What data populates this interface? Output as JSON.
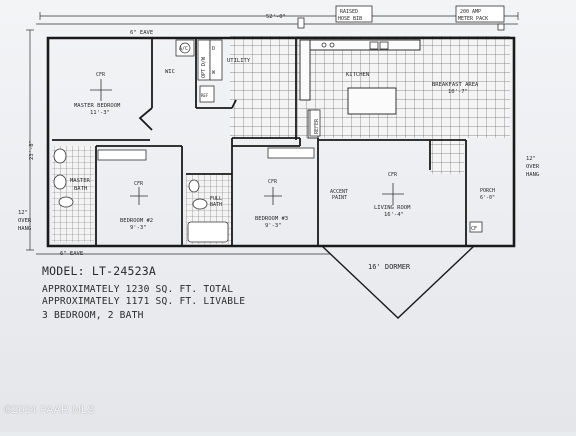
{
  "plan": {
    "overall_width": "52'-0\"",
    "overall_depth": "23'-8\"",
    "eave_top": "6\" EAVE",
    "eave_bottom": "6\" EAVE",
    "overhang_left": [
      "12\"",
      "OVER",
      "HANG"
    ],
    "overhang_right": [
      "12\"",
      "OVER",
      "HANG"
    ],
    "raised_hose_bib": [
      "RAISED",
      "HOSE BIB"
    ],
    "amp_meter": [
      "200 AMP",
      "METER PACK"
    ],
    "dormer": "16' DORMER",
    "cfr": "CFR",
    "rooms": {
      "master_bedroom": [
        "MASTER BEDROOM",
        "11'-3\""
      ],
      "wic": "WIC",
      "utility": "UTILITY",
      "kitchen": "KITCHEN",
      "breakfast_area": [
        "BREAKFAST AREA",
        "10'-7\""
      ],
      "master_bath": [
        "MASTER",
        "BATH"
      ],
      "bedroom2": [
        "BEDROOM #2",
        "9'-3\""
      ],
      "full_bath": [
        "FULL",
        "BATH"
      ],
      "bedroom3": [
        "BEDROOM #3",
        "9'-3\""
      ],
      "living_room": [
        "LIVING ROOM",
        "16'-4\""
      ],
      "accent_paint": [
        "ACCENT",
        "PAINT"
      ],
      "porch": [
        "PORCH",
        "6'-0\""
      ],
      "refer": "REFER",
      "ac": "A/C",
      "opt_dw": "OPT D/W",
      "d": "D",
      "w": "W",
      "ref": "REF",
      "cf": "CF"
    }
  },
  "caption": {
    "model": "MODEL: LT-24523A",
    "total": "APPROXIMATELY 1230 SQ. FT. TOTAL",
    "livable": "APPROXIMATELY 1171 SQ. FT. LIVABLE",
    "beds": "3 BEDROOM, 2 BATH"
  },
  "watermark": "©2024 PAAR MLS"
}
